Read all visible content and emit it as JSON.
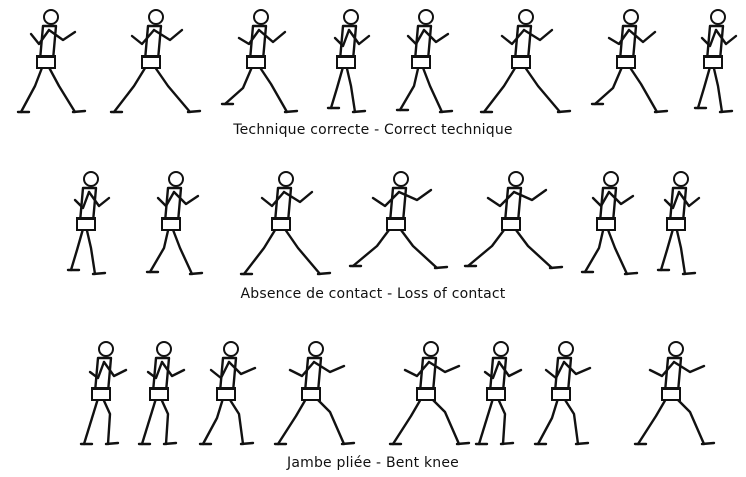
{
  "rows": [
    {
      "caption": "Technique correcte - Correct technique",
      "figures": [
        {
          "pose": "contact-wide"
        },
        {
          "pose": "stride-long"
        },
        {
          "pose": "push-off"
        },
        {
          "pose": "mid-stance"
        },
        {
          "pose": "recovery"
        },
        {
          "pose": "stride-long"
        },
        {
          "pose": "push-off"
        },
        {
          "pose": "mid-stance"
        }
      ]
    },
    {
      "caption": "Absence de contact - Loss of contact",
      "figures": [
        {
          "pose": "mid-stance"
        },
        {
          "pose": "recovery"
        },
        {
          "pose": "stride-long"
        },
        {
          "pose": "flight"
        },
        {
          "pose": "flight"
        },
        {
          "pose": "recovery"
        },
        {
          "pose": "mid-stance"
        }
      ]
    },
    {
      "caption": "Jambe pliée - Bent knee",
      "figures": [
        {
          "pose": "bent-mid"
        },
        {
          "pose": "bent-mid"
        },
        {
          "pose": "bent-recovery"
        },
        {
          "pose": "bent-stride"
        },
        {
          "pose": "bent-stride"
        },
        {
          "pose": "bent-mid"
        },
        {
          "pose": "bent-recovery"
        },
        {
          "pose": "bent-stride"
        }
      ]
    }
  ]
}
